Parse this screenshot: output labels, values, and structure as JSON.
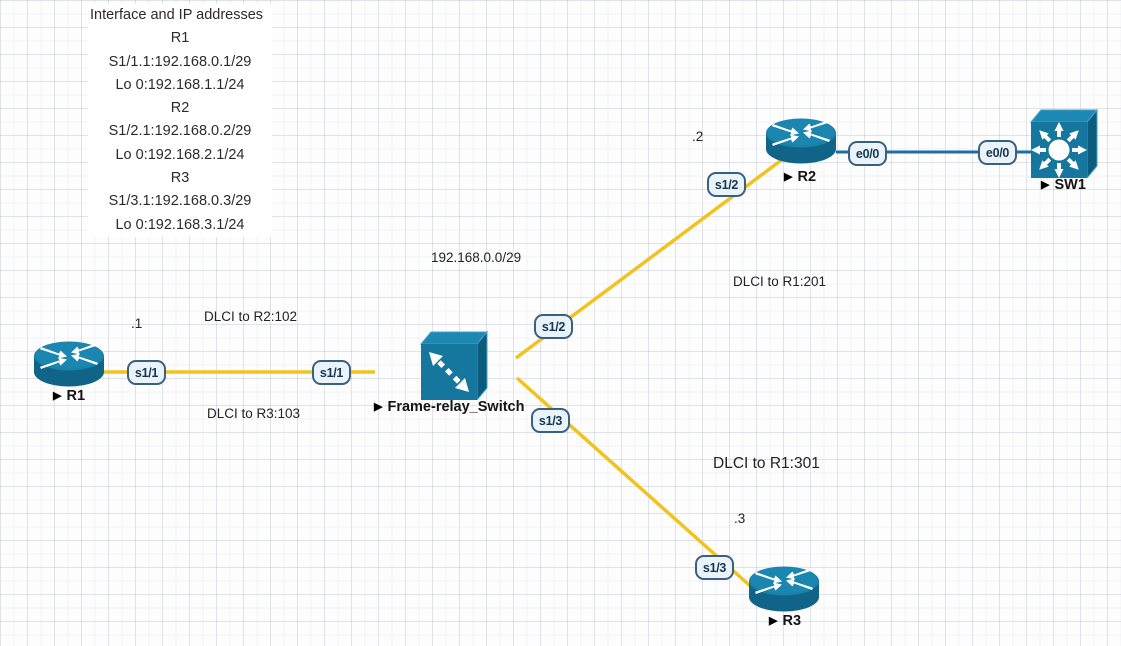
{
  "note": {
    "title": "Interface and IP addresses",
    "lines": [
      "R1",
      "S1/1.1:192.168.0.1/29",
      "Lo 0:192.168.1.1/24",
      "R2",
      "S1/2.1:192.168.0.2/29",
      "Lo 0:192.168.2.1/24",
      "R3",
      "S1/3.1:192.168.0.3/29",
      "Lo 0:192.168.3.1/24"
    ]
  },
  "nodes": {
    "r1": {
      "marker": "▶",
      "label": "R1",
      "type": "router"
    },
    "r2": {
      "marker": "▶",
      "label": "R2",
      "type": "router"
    },
    "r3": {
      "marker": "▶",
      "label": "R3",
      "type": "router"
    },
    "frame_relay": {
      "marker": "▶",
      "label": "Frame-relay_Switch",
      "type": "frame-relay-switch"
    },
    "sw1": {
      "marker": "▶",
      "label": "SW1",
      "type": "ethernet-switch"
    }
  },
  "pills": [
    {
      "text": "s1/1",
      "side": "r1"
    },
    {
      "text": "s1/1",
      "side": "frame-relay-switch"
    },
    {
      "text": "s1/2",
      "side": "frame-relay-switch"
    },
    {
      "text": "s1/2",
      "side": "r2"
    },
    {
      "text": "s1/3",
      "side": "frame-relay-switch"
    },
    {
      "text": "s1/3",
      "side": "r3"
    },
    {
      "text": "e0/0",
      "side": "r2"
    },
    {
      "text": "e0/0",
      "side": "sw1"
    }
  ],
  "annotations": {
    "ip_dot1": ".1",
    "ip_dot2": ".2",
    "ip_dot3": ".3",
    "dlci_r2_102": "DLCI to R2:102",
    "dlci_r3_103": "DLCI to R3:103",
    "subnet": "192.168.0.0/29",
    "dlci_r1_201": "DLCI to R1:201",
    "dlci_r1_301": "DLCI to R1:301"
  },
  "colors": {
    "serial_link": "#f2c21f",
    "ethernet_link": "#1d6ea6",
    "node_front": "#15779e",
    "node_top": "#1d89b2",
    "node_side": "#0c5a7c",
    "pill_fill": "#eaf3fa",
    "pill_border": "#39607e"
  }
}
